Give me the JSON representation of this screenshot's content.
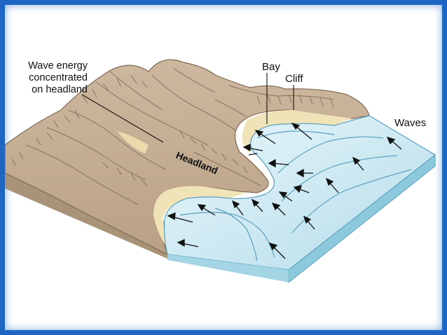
{
  "labels": {
    "wave_energy": [
      "Wave energy",
      "concentrated",
      "on headland"
    ],
    "bay": "Bay",
    "cliff": "Cliff",
    "headland": "Headland",
    "waves": "Waves"
  },
  "colors": {
    "frame_border": "#1d66c4",
    "land": "#c9b49a",
    "land_dark": "#a48c73",
    "beach": "#efe2b6",
    "water": "#bfe3ef",
    "water_light": "#e6f6fb",
    "water_side": "#8dc9dd"
  }
}
